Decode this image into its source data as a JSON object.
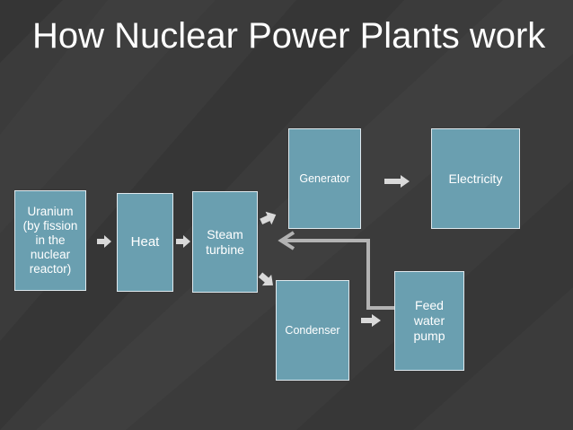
{
  "slide": {
    "title": "How Nuclear Power Plants work"
  },
  "diagram": {
    "nodes": {
      "uranium": "Uranium (by fission in the nuclear reactor)",
      "heat": "Heat",
      "steam_turbine": "Steam turbine",
      "generator": "Generator",
      "electricity": "Electricity",
      "condenser": "Condenser",
      "feed_water_pump": "Feed water pump"
    },
    "colors": {
      "box_fill": "#6a9fb0",
      "box_border": "#dfe9ee",
      "arrow": "#d9d9d9",
      "background": "#3a3a3a"
    }
  }
}
